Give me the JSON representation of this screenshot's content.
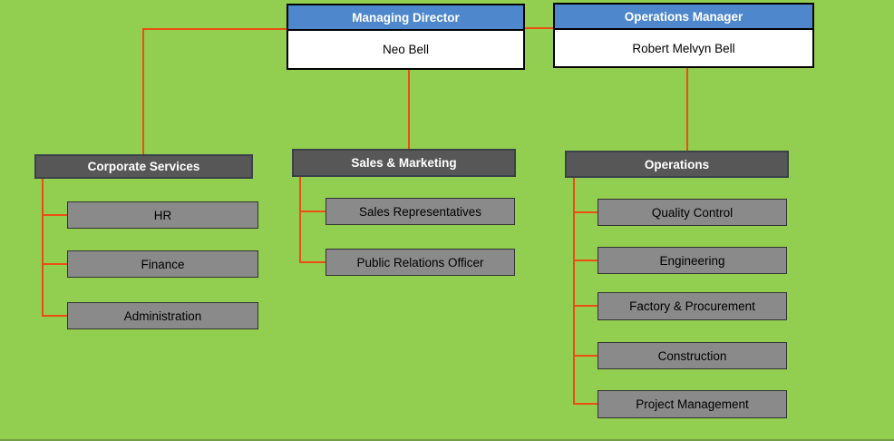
{
  "colors": {
    "background": "#92CE50",
    "connector": "#EA4E12",
    "exec_header_bg": "#4F87CC",
    "dept_header_bg": "#575757",
    "child_bg": "#8A8A8A"
  },
  "exec": [
    {
      "title": "Managing Director",
      "person": "Neo Bell"
    },
    {
      "title": "Operations Manager",
      "person": "Robert Melvyn Bell"
    }
  ],
  "departments": [
    {
      "label": "Corporate Services",
      "children": [
        "HR",
        "Finance",
        "Administration"
      ]
    },
    {
      "label": "Sales & Marketing",
      "children": [
        "Sales Representatives",
        "Public Relations Officer"
      ]
    },
    {
      "label": "Operations",
      "children": [
        "Quality Control",
        "Engineering",
        "Factory & Procurement",
        "Construction",
        "Project Management"
      ]
    }
  ]
}
